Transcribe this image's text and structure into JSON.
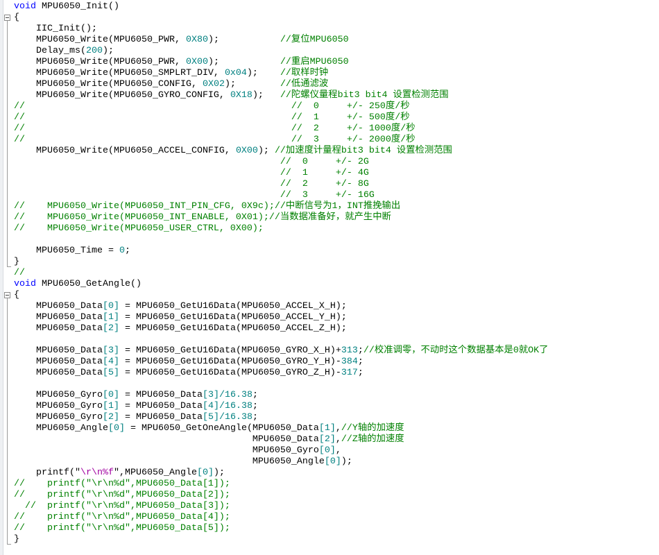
{
  "code": {
    "lines": [
      [
        {
          "kw": "void"
        },
        {
          "tx": " MPU6050_Init()"
        }
      ],
      [
        {
          "tx": "{"
        }
      ],
      [
        {
          "tx": "    IIC_Init();"
        }
      ],
      [
        {
          "tx": "    MPU6050_Write(MPU6050_PWR, "
        },
        {
          "num": "0X80"
        },
        {
          "tx": ");           "
        },
        {
          "cm": "//复位MPU6050"
        }
      ],
      [
        {
          "tx": "    Delay_ms("
        },
        {
          "num": "200"
        },
        {
          "tx": ");"
        }
      ],
      [
        {
          "tx": "    MPU6050_Write(MPU6050_PWR, "
        },
        {
          "num": "0X00"
        },
        {
          "tx": ");           "
        },
        {
          "cm": "//重启MPU6050"
        }
      ],
      [
        {
          "tx": "    MPU6050_Write(MPU6050_SMPLRT_DIV, "
        },
        {
          "num": "0x04"
        },
        {
          "tx": ");    "
        },
        {
          "cm": "//取样时钟"
        }
      ],
      [
        {
          "tx": "    MPU6050_Write(MPU6050_CONFIG, "
        },
        {
          "num": "0X02"
        },
        {
          "tx": ");        "
        },
        {
          "cm": "//低通滤波"
        }
      ],
      [
        {
          "tx": "    MPU6050_Write(MPU6050_GYRO_CONFIG, "
        },
        {
          "num": "0X18"
        },
        {
          "tx": ");   "
        },
        {
          "cm": "//陀螺仪量程bit3 bit4 设置检测范围"
        }
      ],
      [
        {
          "cm": "//                                                //  0     +/- 250度/秒"
        }
      ],
      [
        {
          "cm": "//                                                //  1     +/- 500度/秒"
        }
      ],
      [
        {
          "cm": "//                                                //  2     +/- 1000度/秒"
        }
      ],
      [
        {
          "cm": "//                                                //  3     +/- 2000度/秒"
        }
      ],
      [
        {
          "tx": "    MPU6050_Write(MPU6050_ACCEL_CONFIG, "
        },
        {
          "num": "0X00"
        },
        {
          "tx": "); "
        },
        {
          "cm": "//加速度计量程bit3 bit4 设置检测范围"
        }
      ],
      [
        {
          "tx": "                                                "
        },
        {
          "cm": "//  0     +/- 2G"
        }
      ],
      [
        {
          "tx": "                                                "
        },
        {
          "cm": "//  1     +/- 4G"
        }
      ],
      [
        {
          "tx": "                                                "
        },
        {
          "cm": "//  2     +/- 8G"
        }
      ],
      [
        {
          "tx": "                                                "
        },
        {
          "cm": "//  3     +/- 16G"
        }
      ],
      [
        {
          "cm": "//    MPU6050_Write(MPU6050_INT_PIN_CFG, 0X9c);//中断信号为1，INT推挽输出"
        }
      ],
      [
        {
          "cm": "//    MPU6050_Write(MPU6050_INT_ENABLE, 0X01);//当数据准备好，就产生中断"
        }
      ],
      [
        {
          "cm": "//    MPU6050_Write(MPU6050_USER_CTRL, 0X00);"
        }
      ],
      [
        {
          "tx": ""
        }
      ],
      [
        {
          "tx": "    MPU6050_Time = "
        },
        {
          "num": "0"
        },
        {
          "tx": ";"
        }
      ],
      [
        {
          "tx": "}"
        }
      ],
      [
        {
          "cm": "//"
        }
      ],
      [
        {
          "kw": "void"
        },
        {
          "tx": " MPU6050_GetAngle()"
        }
      ],
      [
        {
          "tx": "{"
        }
      ],
      [
        {
          "tx": "    MPU6050_Data"
        },
        {
          "num": "[0]"
        },
        {
          "tx": " = MPU6050_GetU16Data(MPU6050_ACCEL_X_H);"
        }
      ],
      [
        {
          "tx": "    MPU6050_Data"
        },
        {
          "num": "[1]"
        },
        {
          "tx": " = MPU6050_GetU16Data(MPU6050_ACCEL_Y_H);"
        }
      ],
      [
        {
          "tx": "    MPU6050_Data"
        },
        {
          "num": "[2]"
        },
        {
          "tx": " = MPU6050_GetU16Data(MPU6050_ACCEL_Z_H);"
        }
      ],
      [
        {
          "tx": ""
        }
      ],
      [
        {
          "tx": "    MPU6050_Data"
        },
        {
          "num": "[3]"
        },
        {
          "tx": " = MPU6050_GetU16Data(MPU6050_GYRO_X_H)+"
        },
        {
          "num": "313"
        },
        {
          "tx": ";"
        },
        {
          "cm": "//校准调零，不动时这个数据基本是0就OK了"
        }
      ],
      [
        {
          "tx": "    MPU6050_Data"
        },
        {
          "num": "[4]"
        },
        {
          "tx": " = MPU6050_GetU16Data(MPU6050_GYRO_Y_H)-"
        },
        {
          "num": "384"
        },
        {
          "tx": ";"
        }
      ],
      [
        {
          "tx": "    MPU6050_Data"
        },
        {
          "num": "[5]"
        },
        {
          "tx": " = MPU6050_GetU16Data(MPU6050_GYRO_Z_H)-"
        },
        {
          "num": "317"
        },
        {
          "tx": ";"
        }
      ],
      [
        {
          "tx": ""
        }
      ],
      [
        {
          "tx": "    MPU6050_Gyro"
        },
        {
          "num": "[0]"
        },
        {
          "tx": " = MPU6050_Data"
        },
        {
          "num": "[3]/16.38"
        },
        {
          "tx": ";"
        }
      ],
      [
        {
          "tx": "    MPU6050_Gyro"
        },
        {
          "num": "[1]"
        },
        {
          "tx": " = MPU6050_Data"
        },
        {
          "num": "[4]/16.38"
        },
        {
          "tx": ";"
        }
      ],
      [
        {
          "tx": "    MPU6050_Gyro"
        },
        {
          "num": "[2]"
        },
        {
          "tx": " = MPU6050_Data"
        },
        {
          "num": "[5]/16.38"
        },
        {
          "tx": ";"
        }
      ],
      [
        {
          "tx": "    MPU6050_Angle"
        },
        {
          "num": "[0]"
        },
        {
          "tx": " = MPU6050_GetOneAngle(MPU6050_Data"
        },
        {
          "num": "[1]"
        },
        {
          "tx": ","
        },
        {
          "cm": "//Y轴的加速度"
        }
      ],
      [
        {
          "tx": "                                           MPU6050_Data"
        },
        {
          "num": "[2]"
        },
        {
          "tx": ","
        },
        {
          "cm": "//Z轴的加速度"
        }
      ],
      [
        {
          "tx": "                                           MPU6050_Gyro"
        },
        {
          "num": "[0]"
        },
        {
          "tx": ","
        }
      ],
      [
        {
          "tx": "                                           MPU6050_Angle"
        },
        {
          "num": "[0]"
        },
        {
          "tx": ");"
        }
      ],
      [
        {
          "tx": "    printf(\""
        },
        {
          "str": "\\r\\n%f"
        },
        {
          "tx": "\",MPU6050_Angle"
        },
        {
          "num": "[0]"
        },
        {
          "tx": ");"
        }
      ],
      [
        {
          "cm": "//    printf(\"\\r\\n%d\",MPU6050_Data[1]);"
        }
      ],
      [
        {
          "cm": "//    printf(\"\\r\\n%d\",MPU6050_Data[2]);"
        }
      ],
      [
        {
          "tx": "  "
        },
        {
          "cm": "//  printf(\"\\r\\n%d\",MPU6050_Data[3]);"
        }
      ],
      [
        {
          "cm": "//    printf(\"\\r\\n%d\",MPU6050_Data[4]);"
        }
      ],
      [
        {
          "cm": "//    printf(\"\\r\\n%d\",MPU6050_Data[5]);"
        }
      ],
      [
        {
          "tx": "}"
        }
      ]
    ]
  }
}
